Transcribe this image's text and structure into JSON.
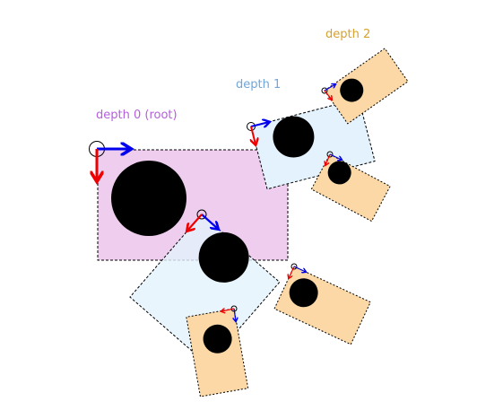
{
  "labels": {
    "depth0": "depth 0 (root)",
    "depth1": "depth 1",
    "depth2": "depth 2"
  },
  "colors": {
    "depth0_fill": "#eecdee",
    "depth1_fill": "#e3f2fc",
    "depth2_fill": "#fbd8a5",
    "depth0_text": "#b45fdc",
    "depth1_text": "#6fa6d8",
    "depth2_text": "#d6a12e",
    "x_axis": "#0000ee",
    "y_axis": "#ee0000",
    "blob": "#000000"
  }
}
